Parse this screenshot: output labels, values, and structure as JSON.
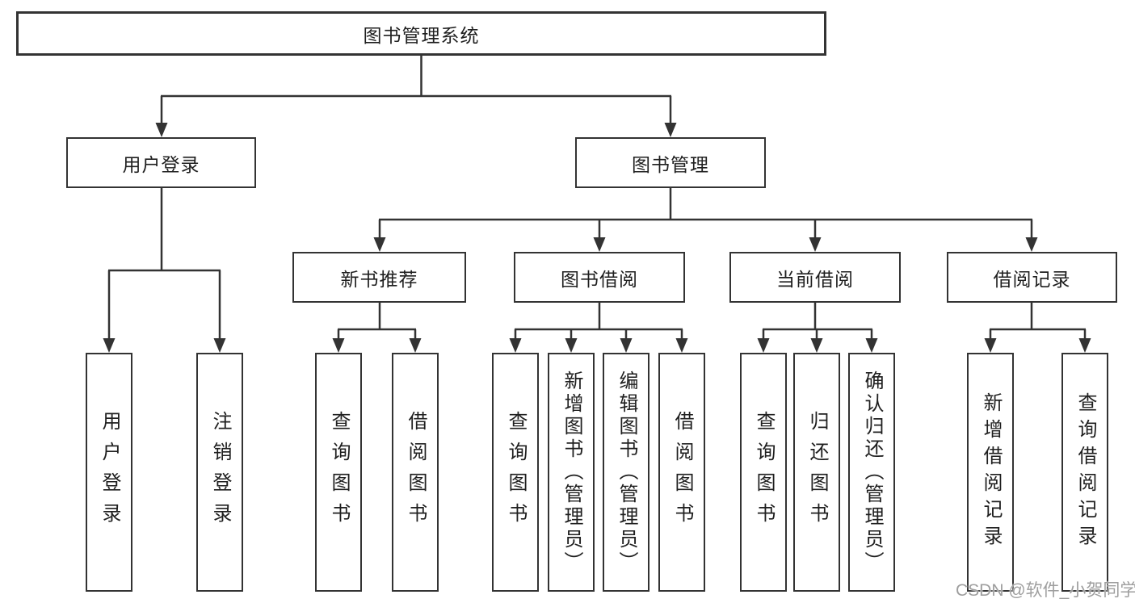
{
  "tree": {
    "root": "图书管理系统",
    "children": [
      {
        "label": "用户登录",
        "children": [
          "用户登录",
          "注销登录"
        ]
      },
      {
        "label": "图书管理",
        "children": [
          {
            "label": "新书推荐",
            "children": [
              "查询图书",
              "借阅图书"
            ]
          },
          {
            "label": "图书借阅",
            "children": [
              "查询图书",
              "新增图书（管理员）",
              "编辑图书（管理员）",
              "借阅图书"
            ]
          },
          {
            "label": "当前借阅",
            "children": [
              "查询图书",
              "归还图书",
              "确认归还（管理员）"
            ]
          },
          {
            "label": "借阅记录",
            "children": [
              "新增借阅记录",
              "查询借阅记录"
            ]
          }
        ]
      }
    ]
  },
  "watermark": "CSDN @软件_小贺同学",
  "colors": {
    "line": "#333333",
    "text": "#1f1f1f",
    "watermark": "#9e9e9e",
    "background": "#ffffff"
  }
}
